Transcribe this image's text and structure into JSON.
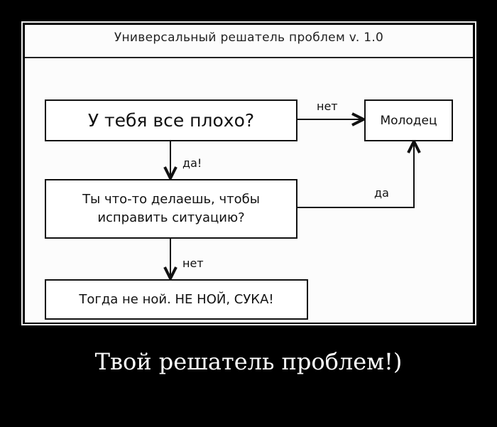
{
  "title": "Универсальный решатель проблем v. 1.0",
  "nodes": {
    "q1": "У тебя все плохо?",
    "good": "Молодец",
    "q2_line1": "Ты что-то делаешь, чтобы",
    "q2_line2": "исправить ситуацию?",
    "end": "Тогда не ной. НЕ НОЙ, СУКА!"
  },
  "edges": {
    "q1_no": "нет",
    "q1_yes": "да!",
    "q2_yes": "да",
    "q2_no": "нет"
  },
  "caption": "Твой решатель проблем!)"
}
